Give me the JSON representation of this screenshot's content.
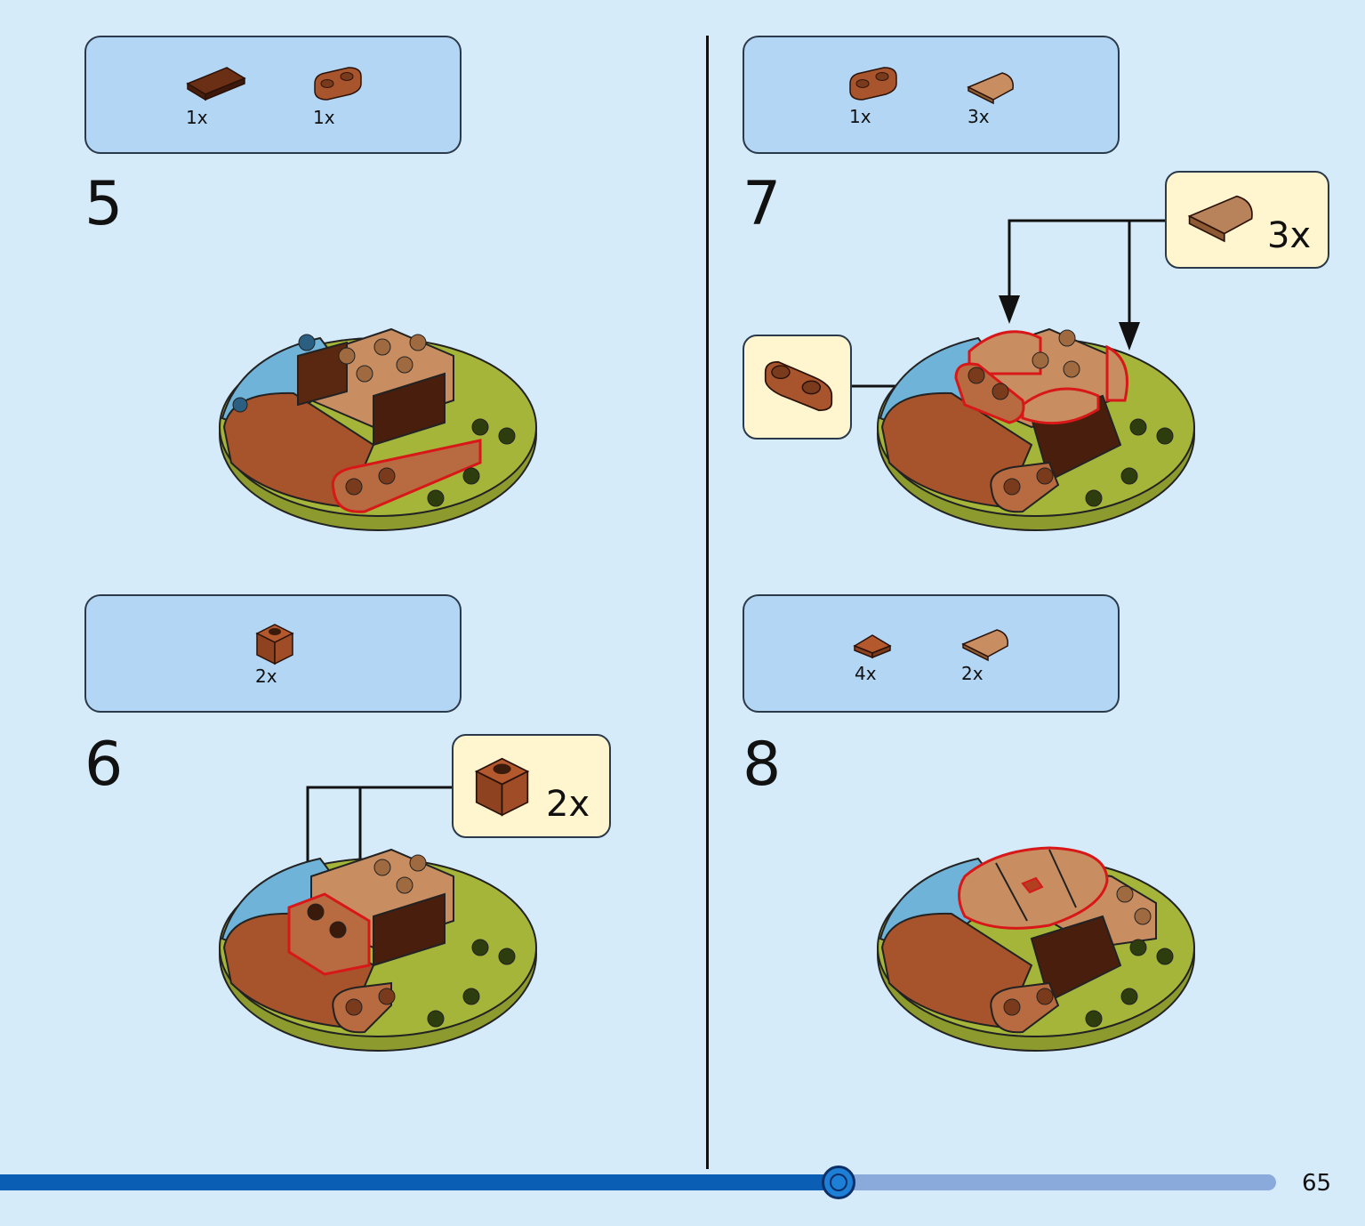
{
  "steps": {
    "s5": {
      "number": "5",
      "parts": [
        {
          "icon": "dark-brown-tile-icon",
          "qty": "1x"
        },
        {
          "icon": "brown-jumper-plate-icon",
          "qty": "1x"
        }
      ]
    },
    "s6": {
      "number": "6",
      "parts": [
        {
          "icon": "brown-brick-1x1-icon",
          "qty": "2x"
        }
      ],
      "callout_qty": "2x"
    },
    "s7": {
      "number": "7",
      "parts": [
        {
          "icon": "brown-jumper-plate-icon",
          "qty": "1x"
        },
        {
          "icon": "tan-quarter-tile-icon",
          "qty": "3x"
        }
      ],
      "callout_qty": "3x"
    },
    "s8": {
      "number": "8",
      "parts": [
        {
          "icon": "brown-wedge-tile-icon",
          "qty": "4x"
        },
        {
          "icon": "tan-quarter-tile-icon",
          "qty": "2x"
        }
      ]
    }
  },
  "colors": {
    "background": "#d6ebfa",
    "parts_box": "#b3d6f4",
    "callout": "#fff6d0",
    "highlight": "#d81818",
    "progress": "#0a5fb4"
  },
  "progress": {
    "fraction": 0.657
  },
  "page_number": "65"
}
